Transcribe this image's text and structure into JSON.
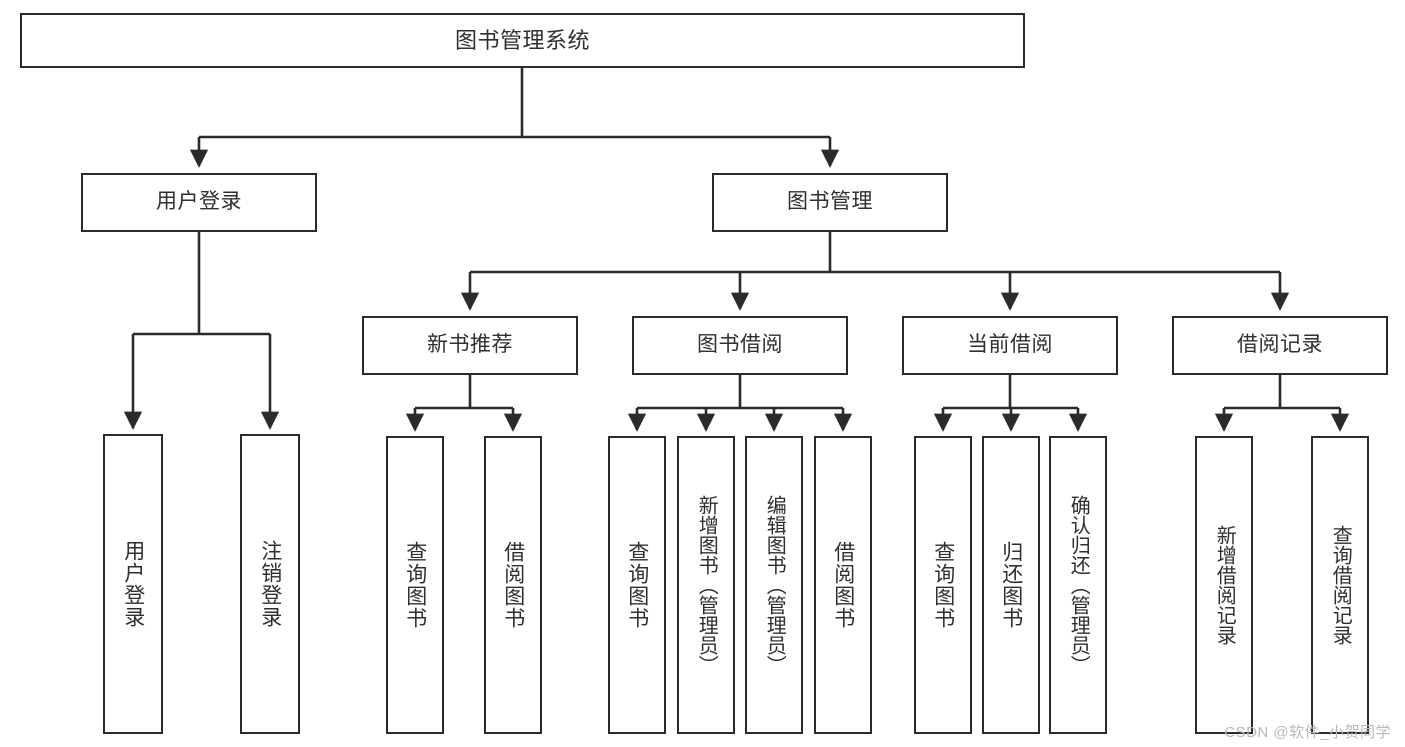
{
  "diagram": {
    "title": "图书管理系统",
    "type": "tree",
    "watermark": "CSDN @软件_小贺同学",
    "colors": {
      "background": "#ffffff",
      "box_border": "#2b2b2b",
      "box_fill": "#ffffff",
      "text": "#2f2f2f",
      "connector": "#2b2b2b",
      "watermark": "#b9b9b9"
    }
  },
  "nodes": {
    "root": {
      "label": "图书管理系统"
    },
    "level1": [
      {
        "label": "用户登录"
      },
      {
        "label": "图书管理"
      }
    ],
    "level2": [
      {
        "label": "新书推荐"
      },
      {
        "label": "图书借阅"
      },
      {
        "label": "当前借阅"
      },
      {
        "label": "借阅记录"
      }
    ],
    "leaves": {
      "user_login": [
        {
          "label": "用户登录"
        },
        {
          "label": "注销登录"
        }
      ],
      "new_book_recommend": [
        {
          "label": "查询图书"
        },
        {
          "label": "借阅图书"
        }
      ],
      "book_borrow": [
        {
          "label": "查询图书"
        },
        {
          "label": "新增图书（管理员）"
        },
        {
          "label": "编辑图书（管理员）"
        },
        {
          "label": "借阅图书"
        }
      ],
      "current_borrow": [
        {
          "label": "查询图书"
        },
        {
          "label": "归还图书"
        },
        {
          "label": "确认归还（管理员）"
        }
      ],
      "borrow_record": [
        {
          "label": "新增借阅记录"
        },
        {
          "label": "查询借阅记录"
        }
      ]
    }
  }
}
